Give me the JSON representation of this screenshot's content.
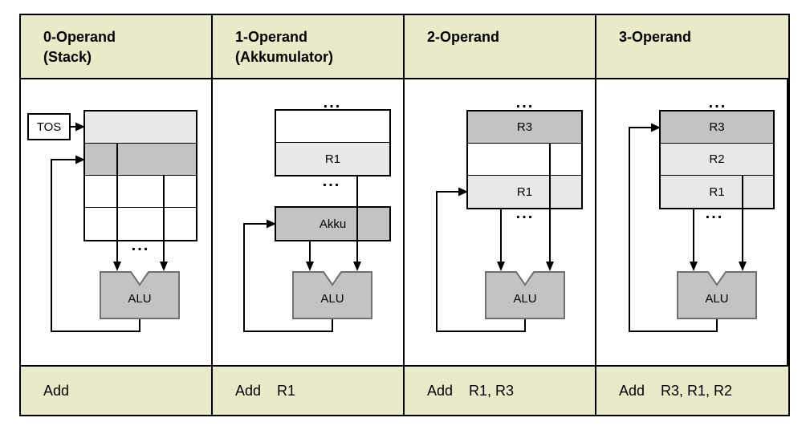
{
  "colors": {
    "band_background": "#e9ebc8",
    "register_light": "#e8e8e8",
    "register_dark": "#c3c3c3",
    "alu_fill": "#c3c3c3",
    "alu_border": "#707070",
    "line": "#000000"
  },
  "columns": [
    {
      "header_line1": "0-Operand",
      "header_line2": "(Stack)",
      "instruction": {
        "mnemonic": "Add",
        "operands": ""
      },
      "diagram": {
        "tos_label": "TOS",
        "stack_rows": [
          {
            "label": "",
            "fill": "light"
          },
          {
            "label": "",
            "fill": "dark"
          },
          {
            "label": "",
            "fill": "white"
          },
          {
            "label": "",
            "fill": "white"
          }
        ],
        "dots_below": "...",
        "alu_label": "ALU"
      }
    },
    {
      "header_line1": "1-Operand",
      "header_line2": "(Akkumulator)",
      "instruction": {
        "mnemonic": "Add",
        "operands": "R1"
      },
      "diagram": {
        "dots_above": "...",
        "register_rows": [
          {
            "label": "",
            "fill": "white"
          },
          {
            "label": "R1",
            "fill": "light"
          }
        ],
        "dots_below": "...",
        "akku_label": "Akku",
        "alu_label": "ALU"
      }
    },
    {
      "header_line1": "2-Operand",
      "header_line2": "",
      "instruction": {
        "mnemonic": "Add",
        "operands": "R1, R3"
      },
      "diagram": {
        "dots_above": "...",
        "register_rows": [
          {
            "label": "R3",
            "fill": "dark"
          },
          {
            "label": "",
            "fill": "white"
          },
          {
            "label": "R1",
            "fill": "light"
          }
        ],
        "dots_below": "...",
        "alu_label": "ALU"
      }
    },
    {
      "header_line1": "3-Operand",
      "header_line2": "",
      "instruction": {
        "mnemonic": "Add",
        "operands": "R3, R1, R2"
      },
      "diagram": {
        "dots_above": "...",
        "register_rows": [
          {
            "label": "R3",
            "fill": "dark"
          },
          {
            "label": "R2",
            "fill": "light"
          },
          {
            "label": "R1",
            "fill": "light"
          }
        ],
        "dots_below": "...",
        "alu_label": "ALU"
      }
    }
  ]
}
